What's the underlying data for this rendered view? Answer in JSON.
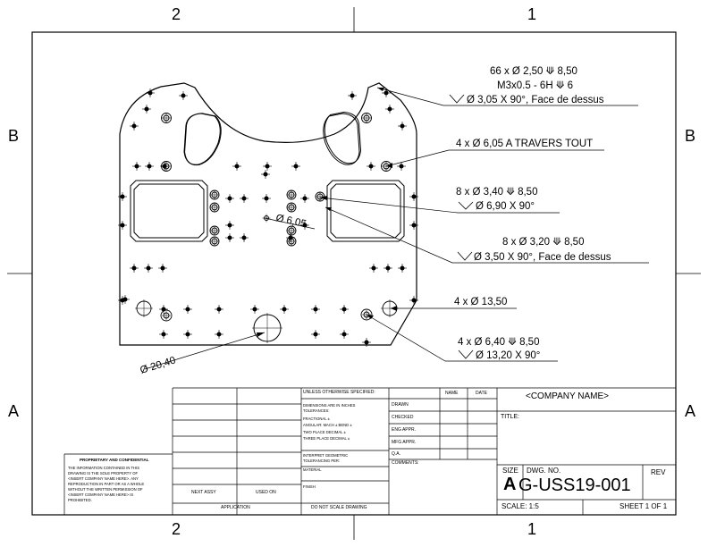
{
  "zones": {
    "top": [
      "2",
      "1"
    ],
    "bottom": [
      "2",
      "1"
    ],
    "left": [
      "B",
      "A"
    ],
    "right": [
      "B",
      "A"
    ]
  },
  "annotations": {
    "holes_66_line1": "66 x Ø 2,50 ⟱ 8,50",
    "holes_66_line2": "M3x0.5 - 6H ⟱ 6",
    "holes_66_line3": "Ø 3,05 X 90°, Face de dessus",
    "holes_4_605": "4 x Ø 6,05 A TRAVERS TOUT",
    "holes_8_340_line1": "8 x Ø 3,40 ⟱ 8,50",
    "holes_8_340_line2": "Ø 6,90 X 90°",
    "holes_8_320_line1": "8 x Ø 3,20 ⟱ 8,50",
    "holes_8_320_line2": "Ø 3,50 X 90°, Face de dessus",
    "holes_4_1350": "4 x Ø 13,50",
    "holes_4_640_line1": "4 x Ø 6,40 ⟱ 8,50",
    "holes_4_640_line2": "Ø 13,20 X 90°",
    "dim_center": "Ø 6,05",
    "dim_big": "Ø 20,40"
  },
  "title_block": {
    "unless_specified": "UNLESS OTHERWISE SPECIFIED:",
    "dim_inches": "DIMENSIONS ARE IN INCHES",
    "tolerances": "TOLERANCES:",
    "fractional": "FRACTIONAL ±",
    "angular": "ANGULAR: MACH ±   BEND ±",
    "two_place": "TWO PLACE DECIMAL   ±",
    "three_place": "THREE PLACE DECIMAL  ±",
    "interpret": "INTERPRET GEOMETRIC",
    "tolerancing": "TOLERANCING PER:",
    "material": "MATERIAL",
    "finish": "FINISH",
    "do_not_scale": "DO NOT SCALE DRAWING",
    "name": "NAME",
    "date": "DATE",
    "drawn": "DRAWN",
    "checked": "CHECKED",
    "eng_appr": "ENG APPR.",
    "mfg_appr": "MFG APPR.",
    "qa": "Q.A.",
    "comments": "COMMENTS:",
    "company": "<COMPANY NAME>",
    "title_label": "TITLE:",
    "size_label": "SIZE",
    "size_value": "A",
    "dwg_no_label": "DWG.  NO.",
    "dwg_no": "G-USS19-001",
    "rev": "REV",
    "scale": "SCALE: 1:5",
    "sheet": "SHEET 1 OF 1",
    "next_assy": "NEXT ASSY",
    "used_on": "USED ON",
    "application": "APPLICATION",
    "proprietary_title": "PROPRIETARY AND CONFIDENTIAL",
    "proprietary_1": "THE INFORMATION CONTAINED IN THIS",
    "proprietary_2": "DRAWING IS THE SOLE PROPERTY OF",
    "proprietary_3": "<INSERT COMPANY NAME HERE>.  ANY",
    "proprietary_4": "REPRODUCTION IN PART OR AS A WHOLE",
    "proprietary_5": "WITHOUT THE WRITTEN PERMISSION OF",
    "proprietary_6": "<INSERT COMPANY NAME HERE> IS",
    "proprietary_7": "PROHIBITED."
  }
}
